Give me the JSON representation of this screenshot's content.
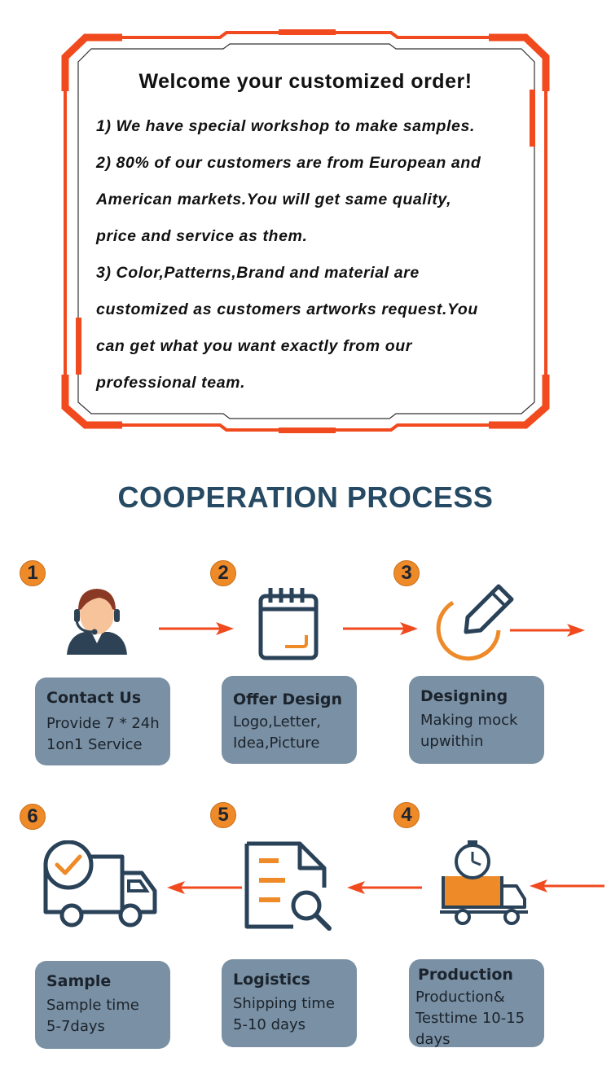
{
  "welcome": {
    "title": "Welcome your customized order!",
    "lines": [
      "1) We have special workshop to make samples.",
      "2) 80% of our customers are from European and",
      "American markets.You will get same quality,",
      "price and service as them.",
      "3) Color,Patterns,Brand and material are",
      "customized as customers artworks request.You",
      "can get what you want exactly from our",
      "professional team."
    ]
  },
  "process": {
    "title": "COOPERATION PROCESS",
    "colors": {
      "accent": "#f04a1e",
      "badge": "#ee8a28",
      "card": "#7a90a4",
      "icon_stroke": "#2a4258",
      "icon_accent": "#ee8a28"
    },
    "steps": [
      {
        "number": "1",
        "title": "Contact Us",
        "lines": [
          "Provide 7 * 24h",
          "1on1 Service"
        ],
        "icon": "customer-service-icon"
      },
      {
        "number": "2",
        "title": "Offer Design",
        "lines": [
          "Logo,Letter,",
          "Idea,Picture"
        ],
        "icon": "calendar-icon"
      },
      {
        "number": "3",
        "title": "Designing",
        "lines": [
          "Making mock",
          "upwithin"
        ],
        "icon": "pencil-icon"
      },
      {
        "number": "4",
        "title": "Production",
        "lines": [
          "Production&",
          "Testtime 10-15",
          "days"
        ],
        "icon": "production-truck-icon"
      },
      {
        "number": "5",
        "title": "Logistics",
        "lines": [
          "Shipping time",
          "5-10 days"
        ],
        "icon": "document-search-icon"
      },
      {
        "number": "6",
        "title": "Sample",
        "lines": [
          "Sample time",
          "5-7days"
        ],
        "icon": "delivery-truck-icon"
      }
    ]
  }
}
